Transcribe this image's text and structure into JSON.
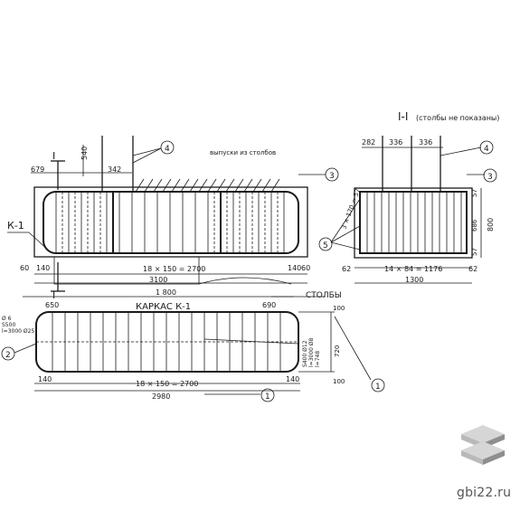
{
  "labels": {
    "section_title": "I-I",
    "section_note": "(столбы не показаны)",
    "outlets_note": "выпуски из столбов",
    "frame_title": "КАРКАС К-1",
    "columns_label": "СТОЛБЫ",
    "k1_label": "К-1",
    "cut_mark_top": "I",
    "cut_mark_bottom": "I"
  },
  "plan": {
    "d_top_left": "679",
    "d_vert": "540",
    "d_342": "342",
    "d_140_left": "140",
    "d_140_right": "140",
    "d_60_left": "60",
    "d_60_right": "60",
    "d_spacing": "18 × 150 = 2700",
    "d_total": "3100",
    "d_650": "650",
    "d_1800": "1 800",
    "d_690": "690"
  },
  "frame": {
    "d_140_left": "140",
    "d_140_right": "140",
    "d_spacing": "18 × 150 = 2700",
    "d_total": "2980",
    "d_100_top": "100",
    "d_720": "720",
    "d_100_bottom": "100",
    "left_note_1": "Ø 6",
    "left_note_2": "S500",
    "left_note_3": "l=3000 Ø25",
    "right_note_1": "S400 Ø12",
    "right_note_2": "l=3000 Ø8",
    "right_note_3": "l=748"
  },
  "section": {
    "d_282": "282",
    "d_336_1": "336",
    "d_336_2": "336",
    "d_57_top": "57",
    "d_686": "686",
    "d_57_bottom": "57",
    "d_800": "800",
    "d_62_left": "62",
    "d_62_right": "62",
    "d_spacing": "14 × 84 = 1176",
    "d_total": "1300",
    "d_side": "3 × 170 = 57"
  },
  "callouts": {
    "c1_frame": "1",
    "c1_right": "1",
    "c2": "2",
    "c3_plan": "3",
    "c3_section": "3",
    "c4_plan": "4",
    "c4_section": "4",
    "c5": "5"
  },
  "watermark": {
    "site": "gbi22.ru",
    "logo_icon": "stacked-slabs-icon",
    "logo_colors": [
      "#b9b9b9",
      "#8e8e8e",
      "#d6d6d6"
    ]
  }
}
